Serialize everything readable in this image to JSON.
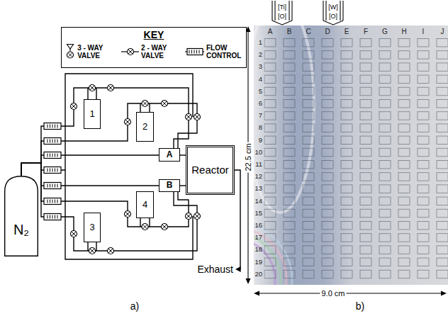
{
  "diagram": {
    "nodes": [
      {
        "text": [
          "KEY"
        ]
      },
      {
        "text": [
          "1"
        ]
      },
      {
        "text": [
          "2"
        ]
      },
      {
        "text": [
          "N₂"
        ]
      },
      {
        "text": [
          "A"
        ]
      },
      {
        "text": [
          "Reactor"
        ]
      },
      {
        "text": [
          "B"
        ]
      },
      {
        "text": [
          "4"
        ]
      },
      {
        "text": [
          "3"
        ]
      }
    ],
    "edges": [
      {
        "from": 3,
        "to": 1,
        "arrow": "none"
      },
      {
        "from": 3,
        "to": 2,
        "arrow": "none"
      },
      {
        "from": 3,
        "to": 4,
        "arrow": "none"
      },
      {
        "from": 3,
        "to": 6,
        "arrow": "none"
      },
      {
        "from": 3,
        "to": 7,
        "arrow": "none"
      },
      {
        "from": 3,
        "to": 8,
        "arrow": "none"
      },
      {
        "from": 1,
        "to": 4,
        "arrow": "none"
      },
      {
        "from": 2,
        "to": 4,
        "arrow": "none"
      },
      {
        "from": 7,
        "to": 6,
        "arrow": "none"
      },
      {
        "from": 8,
        "to": 6,
        "arrow": "none"
      },
      {
        "from": 4,
        "to": 5,
        "arrow": "none"
      },
      {
        "from": 6,
        "to": 5,
        "arrow": "none"
      }
    ],
    "labels": [
      "[Ti]",
      "[O]",
      "[W]",
      "[O]",
      "A",
      "B",
      "C",
      "D",
      "E",
      "F",
      "G",
      "H",
      "I",
      "J",
      "1",
      "2",
      "3",
      "4",
      "5",
      "6",
      "7",
      "8",
      "9",
      "10",
      "11",
      "12",
      "13",
      "14",
      "15",
      "16",
      "17",
      "18",
      "19",
      "20",
      "22.5 cm",
      "Exhaust",
      "9.0 cm",
      "a)",
      "b)"
    ],
    "legend": [
      {
        "text": "3 - WAY VALVE"
      },
      {
        "text": "2 - WAY VALVE"
      },
      {
        "text": "FLOW CONTROL"
      }
    ]
  }
}
